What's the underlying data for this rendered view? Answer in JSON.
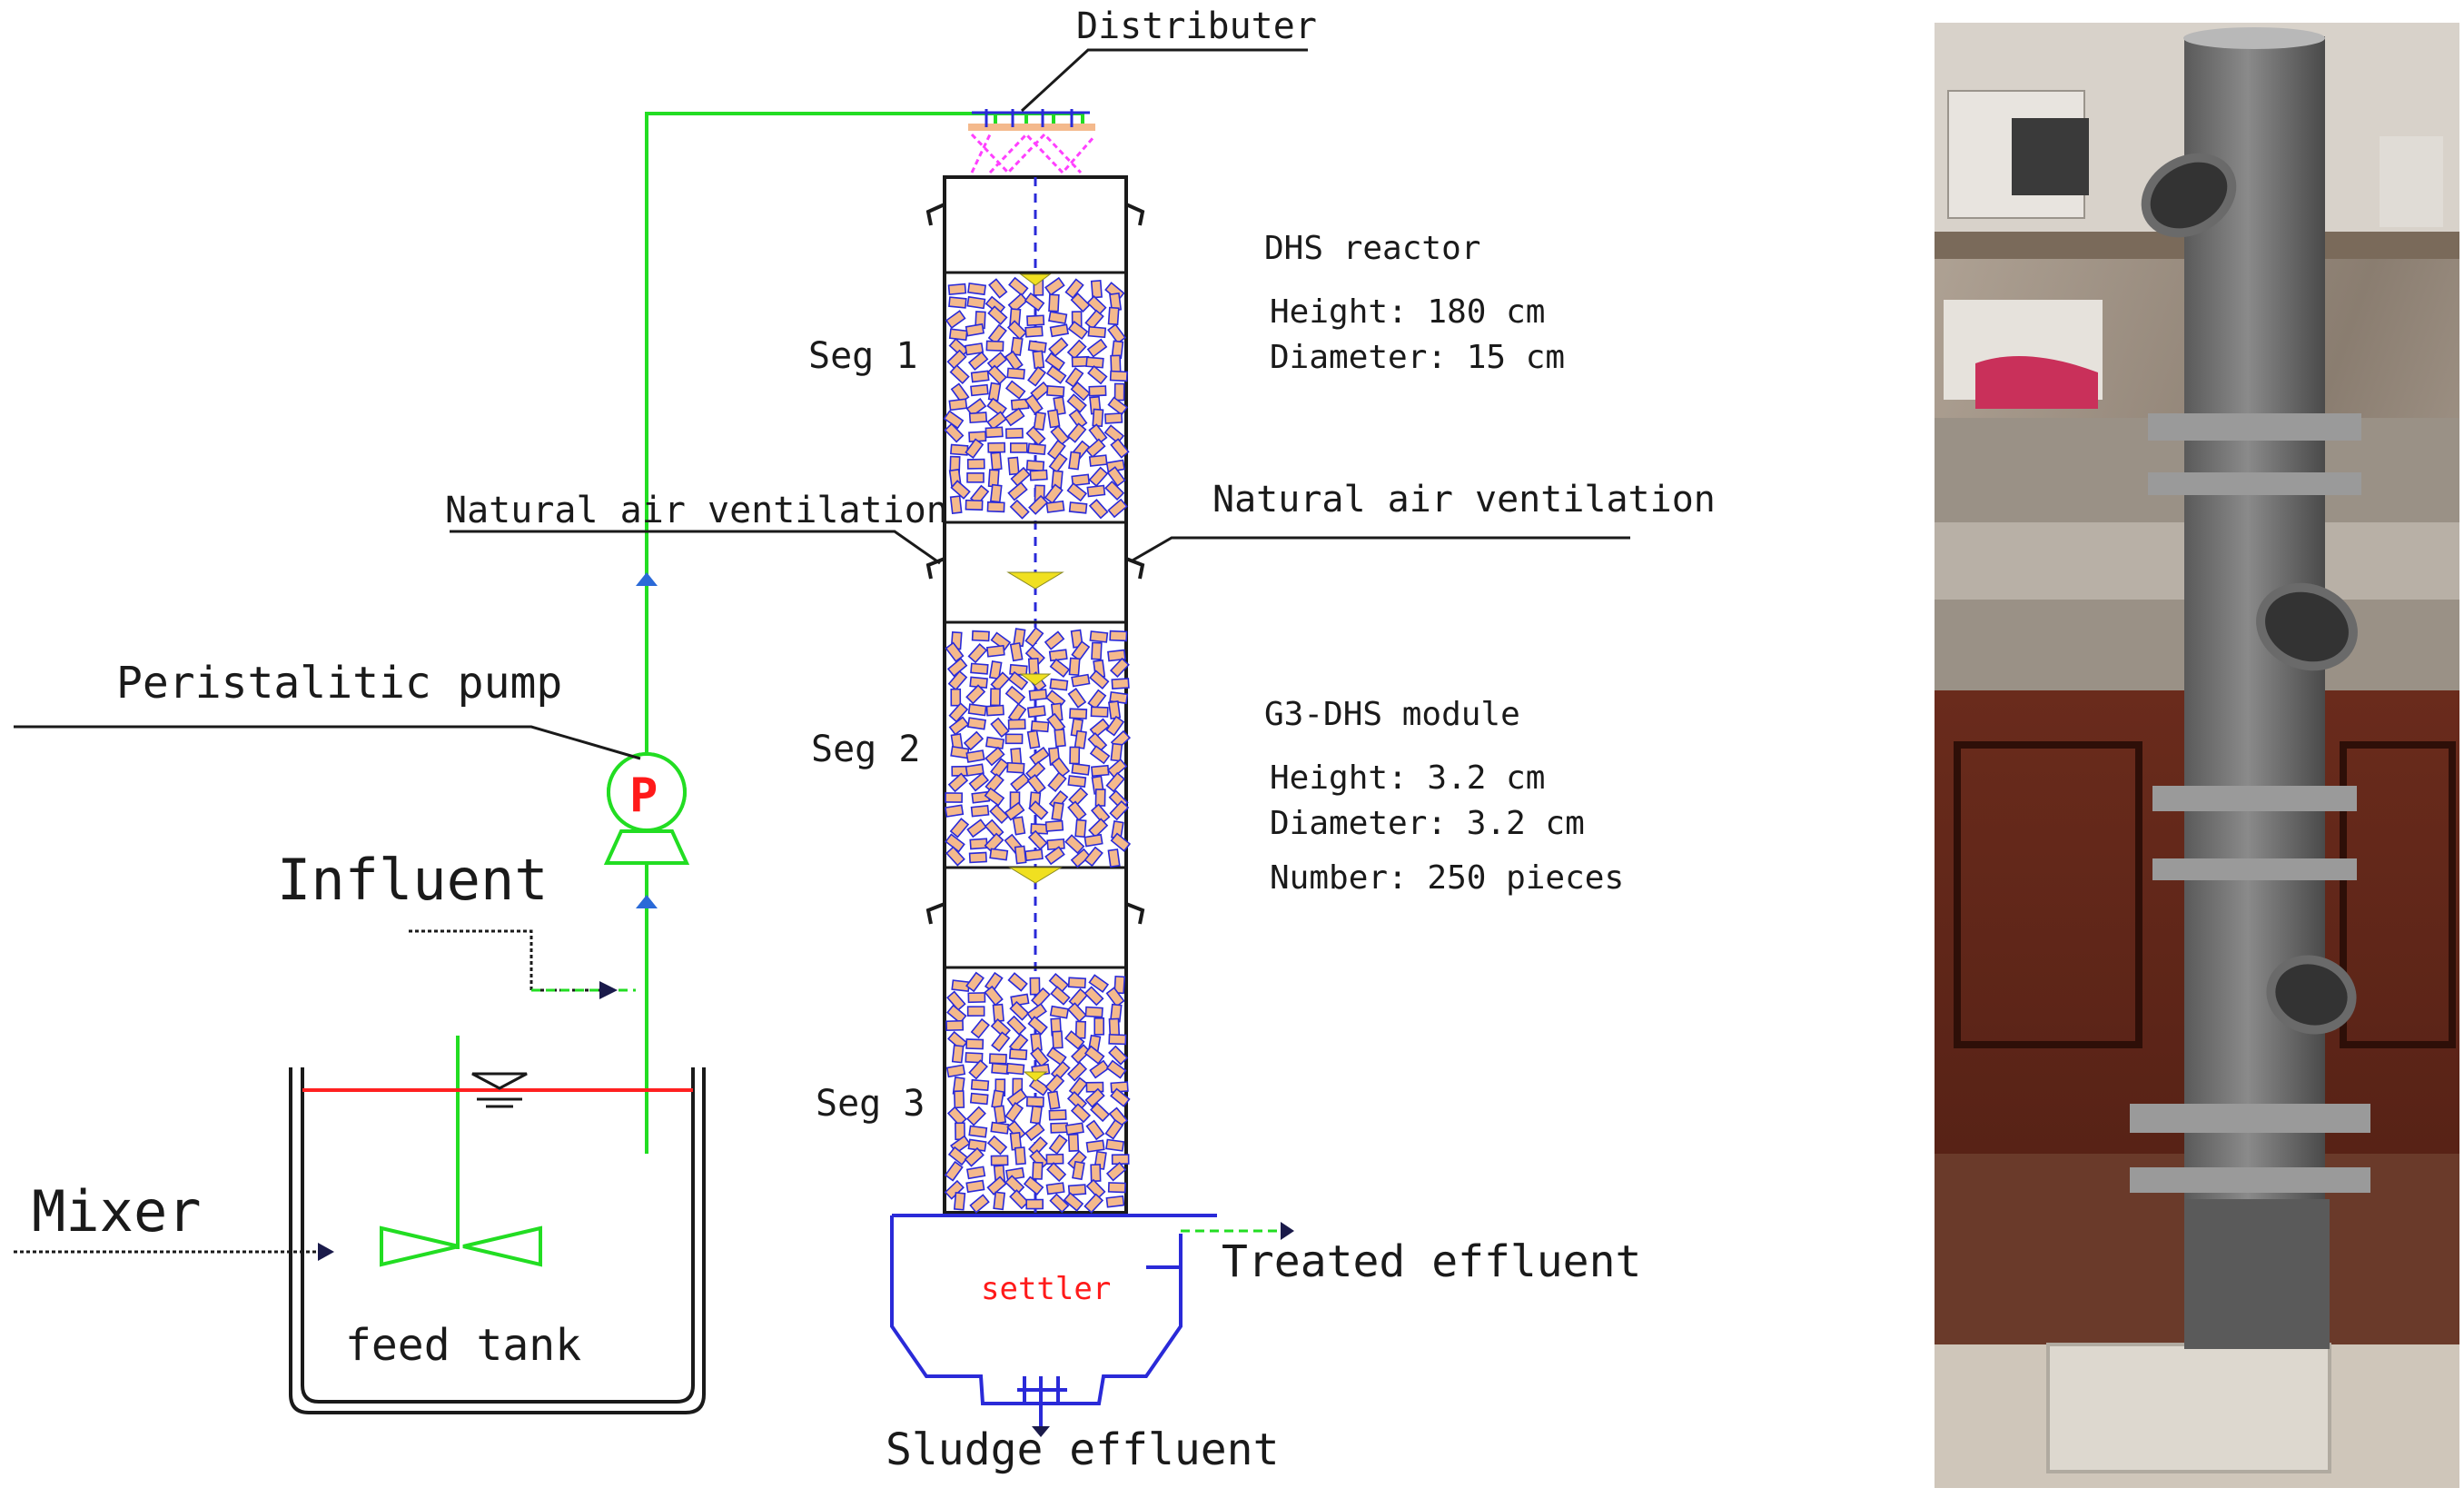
{
  "labels": {
    "distributer": "Distributer",
    "seg1": "Seg 1",
    "seg2": "Seg 2",
    "seg3": "Seg 3",
    "air_left": "Natural air ventilation",
    "air_right": "Natural air ventilation",
    "pump": "Peristalitic pump",
    "pump_letter": "P",
    "influent": "Influent",
    "mixer": "Mixer",
    "feed_tank": "feed tank",
    "settler": "settler",
    "treated": "Treated effluent",
    "sludge": "Sludge effluent"
  },
  "reactor_info": {
    "title": "DHS reactor",
    "height": "Height: 180 cm",
    "diameter": "Diameter: 15 cm"
  },
  "module_info": {
    "title": "G3-DHS module",
    "height": "Height: 3.2 cm",
    "diameter": "Diameter: 3.2 cm",
    "number": "Number: 250 pieces"
  },
  "photo": {
    "description_icon": "photo-of-lab-dhs-column"
  },
  "colors": {
    "pipe_green": "#22dd22",
    "media_fill": "#f4b98c",
    "media_stroke": "#2a2ad8",
    "water_red": "#ff2020",
    "settler_blue": "#2a2ad8",
    "distributor_pink": "#ff40ff",
    "flow_yellow": "#f0e020"
  }
}
